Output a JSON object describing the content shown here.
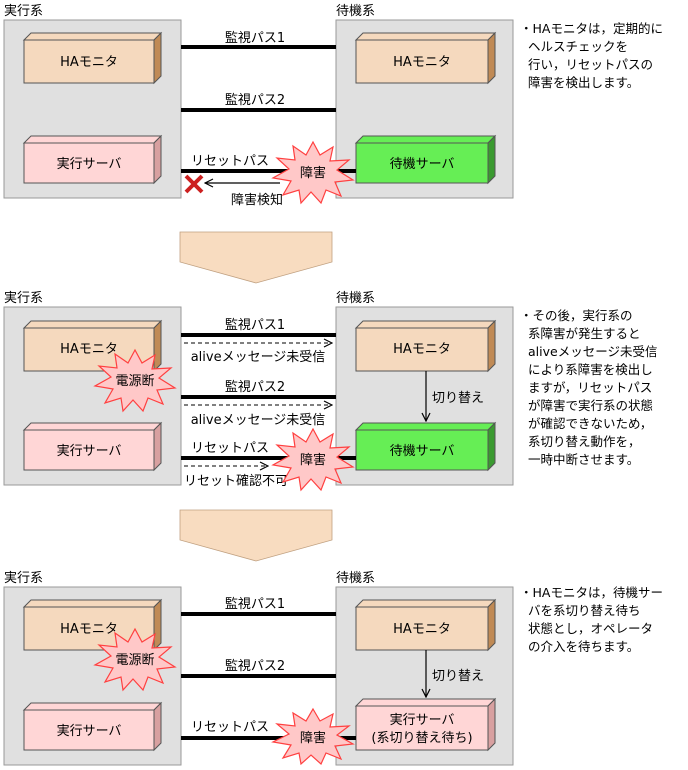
{
  "labels": {
    "active_side": "実行系",
    "standby_side": "待機系",
    "ha_monitor": "HAモニタ",
    "active_server": "実行サーバ",
    "standby_server": "待機サーバ",
    "monitor_path_1": "監視パス1",
    "monitor_path_2": "監視パス2",
    "reset_path": "リセットパス",
    "failure": "障害",
    "failure_detect": "障害検知",
    "power_off": "電源断",
    "alive_not_received": "aliveメッセージ未受信",
    "reset_unconfirmed": "リセット確認不可",
    "switchover": "切り替え",
    "active_server_waiting_l1": "実行サーバ",
    "active_server_waiting_l2": "(系切り替え待ち)"
  },
  "notes": {
    "step1": [
      "・HAモニタは，定期的に",
      "ヘルスチェックを",
      "行い，リセットパスの",
      "障害を検出します。"
    ],
    "step2": [
      "・その後，実行系の",
      "系障害が発生すると",
      "aliveメッセージ未受信",
      "により系障害を検出し",
      "ますが，リセットパス",
      "が障害で実行系の状態",
      "が確認できないため，",
      "系切り替え動作を，",
      "一時中断させます。"
    ],
    "step3": [
      "・HAモニタは，待機サー",
      "バを系切り替え待ち",
      "状態とし，オペレータ",
      "の介入を待ちます。"
    ]
  },
  "colors": {
    "panel": "#e0e0e0",
    "ha_box": "#f5d9be",
    "ha_box_side": "#c08a55",
    "server_box": "#ffd6d6",
    "server_box_side": "#d8a0a0",
    "standby_box": "#66ee55",
    "standby_box_side": "#3a9a30",
    "burst": "#ffc8c8",
    "burst_stroke": "#ff4040",
    "cross": "#cc2020",
    "flow_arrow": "#f8dcc0"
  },
  "icons": [
    "cross-mark-icon",
    "failure-burst-icon",
    "down-arrow-icon"
  ]
}
